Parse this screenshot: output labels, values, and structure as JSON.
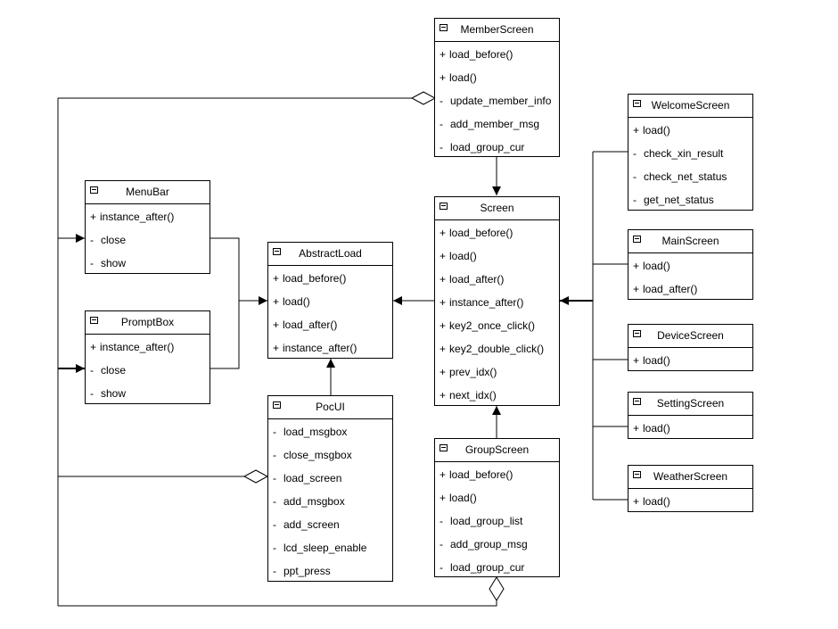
{
  "classes": [
    {
      "id": "member-screen",
      "name": "MemberScreen",
      "members": [
        {
          "vis": "+",
          "name": "load_before()"
        },
        {
          "vis": "+",
          "name": "load()"
        },
        {
          "vis": "-",
          "name": "update_member_info"
        },
        {
          "vis": "-",
          "name": "add_member_msg"
        },
        {
          "vis": "-",
          "name": "load_group_cur"
        }
      ]
    },
    {
      "id": "welcome-screen",
      "name": "WelcomeScreen",
      "members": [
        {
          "vis": "+",
          "name": "load()"
        },
        {
          "vis": "-",
          "name": "check_xin_result"
        },
        {
          "vis": "-",
          "name": "check_net_status"
        },
        {
          "vis": "-",
          "name": "get_net_status"
        }
      ]
    },
    {
      "id": "menu-bar",
      "name": "MenuBar",
      "members": [
        {
          "vis": "+",
          "name": "instance_after()"
        },
        {
          "vis": "-",
          "name": "close"
        },
        {
          "vis": "-",
          "name": "show"
        }
      ]
    },
    {
      "id": "screen",
      "name": "Screen",
      "members": [
        {
          "vis": "+",
          "name": "load_before()"
        },
        {
          "vis": "+",
          "name": "load()"
        },
        {
          "vis": "+",
          "name": "load_after()"
        },
        {
          "vis": "+",
          "name": "instance_after()"
        },
        {
          "vis": "+",
          "name": "key2_once_click()"
        },
        {
          "vis": "+",
          "name": "key2_double_click()"
        },
        {
          "vis": "+",
          "name": "prev_idx()"
        },
        {
          "vis": "+",
          "name": "next_idx()"
        }
      ]
    },
    {
      "id": "main-screen",
      "name": "MainScreen",
      "members": [
        {
          "vis": "+",
          "name": "load()"
        },
        {
          "vis": "+",
          "name": "load_after()"
        }
      ]
    },
    {
      "id": "abstract-load",
      "name": "AbstractLoad",
      "members": [
        {
          "vis": "+",
          "name": "load_before()"
        },
        {
          "vis": "+",
          "name": "load()"
        },
        {
          "vis": "+",
          "name": "load_after()"
        },
        {
          "vis": "+",
          "name": "instance_after()"
        }
      ]
    },
    {
      "id": "prompt-box",
      "name": "PromptBox",
      "members": [
        {
          "vis": "+",
          "name": "instance_after()"
        },
        {
          "vis": "-",
          "name": "close"
        },
        {
          "vis": "-",
          "name": "show"
        }
      ]
    },
    {
      "id": "device-screen",
      "name": "DeviceScreen",
      "members": [
        {
          "vis": "+",
          "name": "load()"
        }
      ]
    },
    {
      "id": "setting-screen",
      "name": "SettingScreen",
      "members": [
        {
          "vis": "+",
          "name": "load()"
        }
      ]
    },
    {
      "id": "poc-ui",
      "name": "PocUI",
      "members": [
        {
          "vis": "-",
          "name": "load_msgbox"
        },
        {
          "vis": "-",
          "name": "close_msgbox"
        },
        {
          "vis": "-",
          "name": "load_screen"
        },
        {
          "vis": "-",
          "name": "add_msgbox"
        },
        {
          "vis": "-",
          "name": "add_screen"
        },
        {
          "vis": "-",
          "name": "lcd_sleep_enable"
        },
        {
          "vis": "-",
          "name": "ppt_press"
        }
      ]
    },
    {
      "id": "group-screen",
      "name": "GroupScreen",
      "members": [
        {
          "vis": "+",
          "name": "load_before()"
        },
        {
          "vis": "+",
          "name": "load()"
        },
        {
          "vis": "-",
          "name": "load_group_list"
        },
        {
          "vis": "-",
          "name": "add_group_msg"
        },
        {
          "vis": "-",
          "name": "load_group_cur"
        }
      ]
    },
    {
      "id": "weather-screen",
      "name": "WeatherScreen",
      "members": [
        {
          "vis": "+",
          "name": "load()"
        }
      ]
    }
  ],
  "relationships": [
    {
      "kind": "inheritance",
      "from": "member-screen",
      "to": "screen"
    },
    {
      "kind": "inheritance",
      "from": "group-screen",
      "to": "screen"
    },
    {
      "kind": "inheritance",
      "from": "screen",
      "to": "abstract-load"
    },
    {
      "kind": "inheritance",
      "from": "poc-ui",
      "to": "abstract-load"
    },
    {
      "kind": "inheritance",
      "from": "menu-bar",
      "to": "abstract-load"
    },
    {
      "kind": "inheritance",
      "from": "prompt-box",
      "to": "abstract-load"
    },
    {
      "kind": "inheritance",
      "from": "welcome-screen",
      "to": "screen"
    },
    {
      "kind": "inheritance",
      "from": "main-screen",
      "to": "screen"
    },
    {
      "kind": "inheritance",
      "from": "device-screen",
      "to": "screen"
    },
    {
      "kind": "inheritance",
      "from": "setting-screen",
      "to": "screen"
    },
    {
      "kind": "inheritance",
      "from": "weather-screen",
      "to": "screen"
    },
    {
      "kind": "aggregation",
      "whole": "member-screen"
    },
    {
      "kind": "aggregation",
      "whole": "poc-ui"
    },
    {
      "kind": "aggregation",
      "whole": "group-screen"
    }
  ]
}
